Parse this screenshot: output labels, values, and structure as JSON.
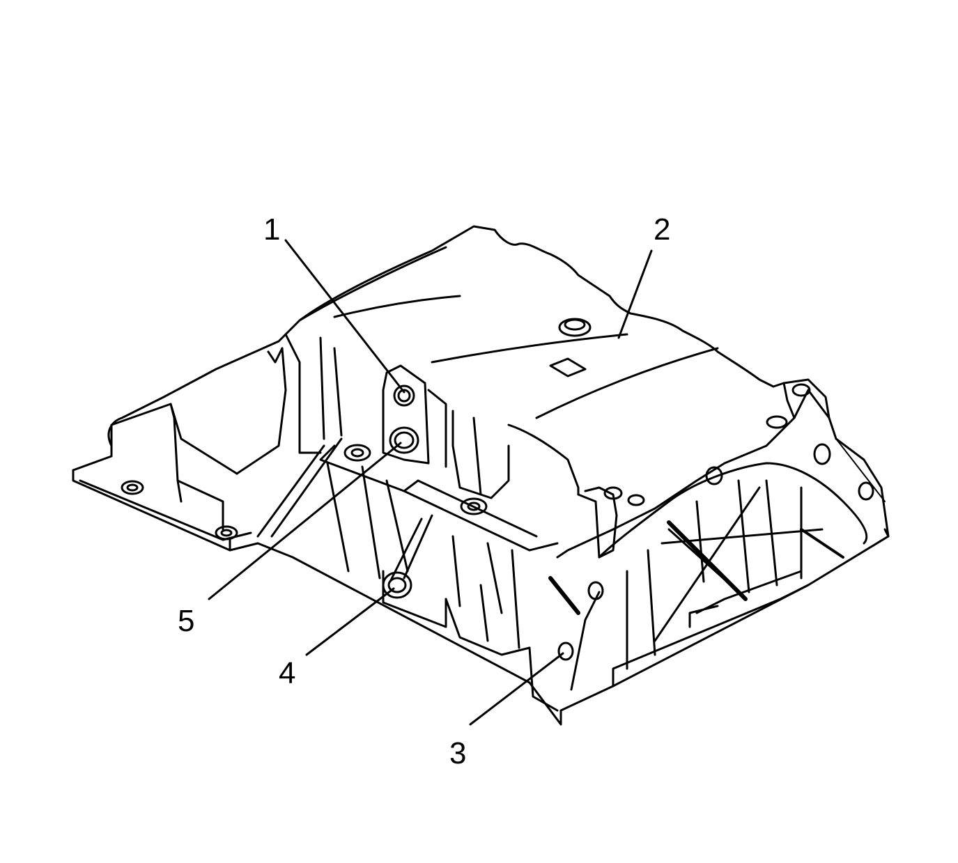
{
  "diagram": {
    "callouts": [
      {
        "id": "1",
        "label": "1"
      },
      {
        "id": "2",
        "label": "2"
      },
      {
        "id": "3",
        "label": "3"
      },
      {
        "id": "4",
        "label": "4"
      },
      {
        "id": "5",
        "label": "5"
      }
    ],
    "colors": {
      "line": "#000000",
      "fill": "#ffffff"
    }
  }
}
